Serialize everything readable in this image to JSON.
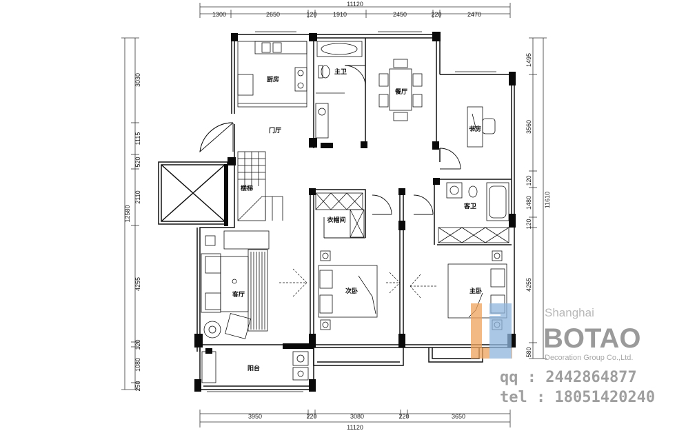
{
  "dimensions": {
    "top_total": "11120",
    "top": [
      "1300",
      "2650",
      "120",
      "1910",
      "2450",
      "220",
      "2470"
    ],
    "bottom_total": "11120",
    "bottom": [
      "3950",
      "220",
      "3080",
      "220",
      "3650"
    ],
    "left_total": "12580",
    "left": [
      "3030",
      "1115",
      "520",
      "2110",
      "4255",
      "120",
      "1080",
      "250"
    ],
    "right_total": "11610",
    "right": [
      "1495",
      "3560",
      "120",
      "1480",
      "120",
      "4255",
      "580"
    ]
  },
  "rooms": {
    "kitchen": "厨房",
    "master_bath": "主卫",
    "dining": "餐厅",
    "study": "书房",
    "foyer": "门厅",
    "stairs": "楼梯",
    "closet": "衣帽间",
    "guest_bath": "客卫",
    "living": "客厅",
    "second_bedroom": "次卧",
    "master_bedroom": "主卧",
    "balcony": "阳台"
  },
  "watermark": {
    "city": "Shanghai",
    "brand": "BOTAO",
    "subtitle": "Decoration Group Co.,Ltd.",
    "qq": "qq : 2442864877",
    "tel": "tel : 18051420240",
    "logo_colors": [
      "#f0a25c",
      "#8fb5de"
    ]
  }
}
